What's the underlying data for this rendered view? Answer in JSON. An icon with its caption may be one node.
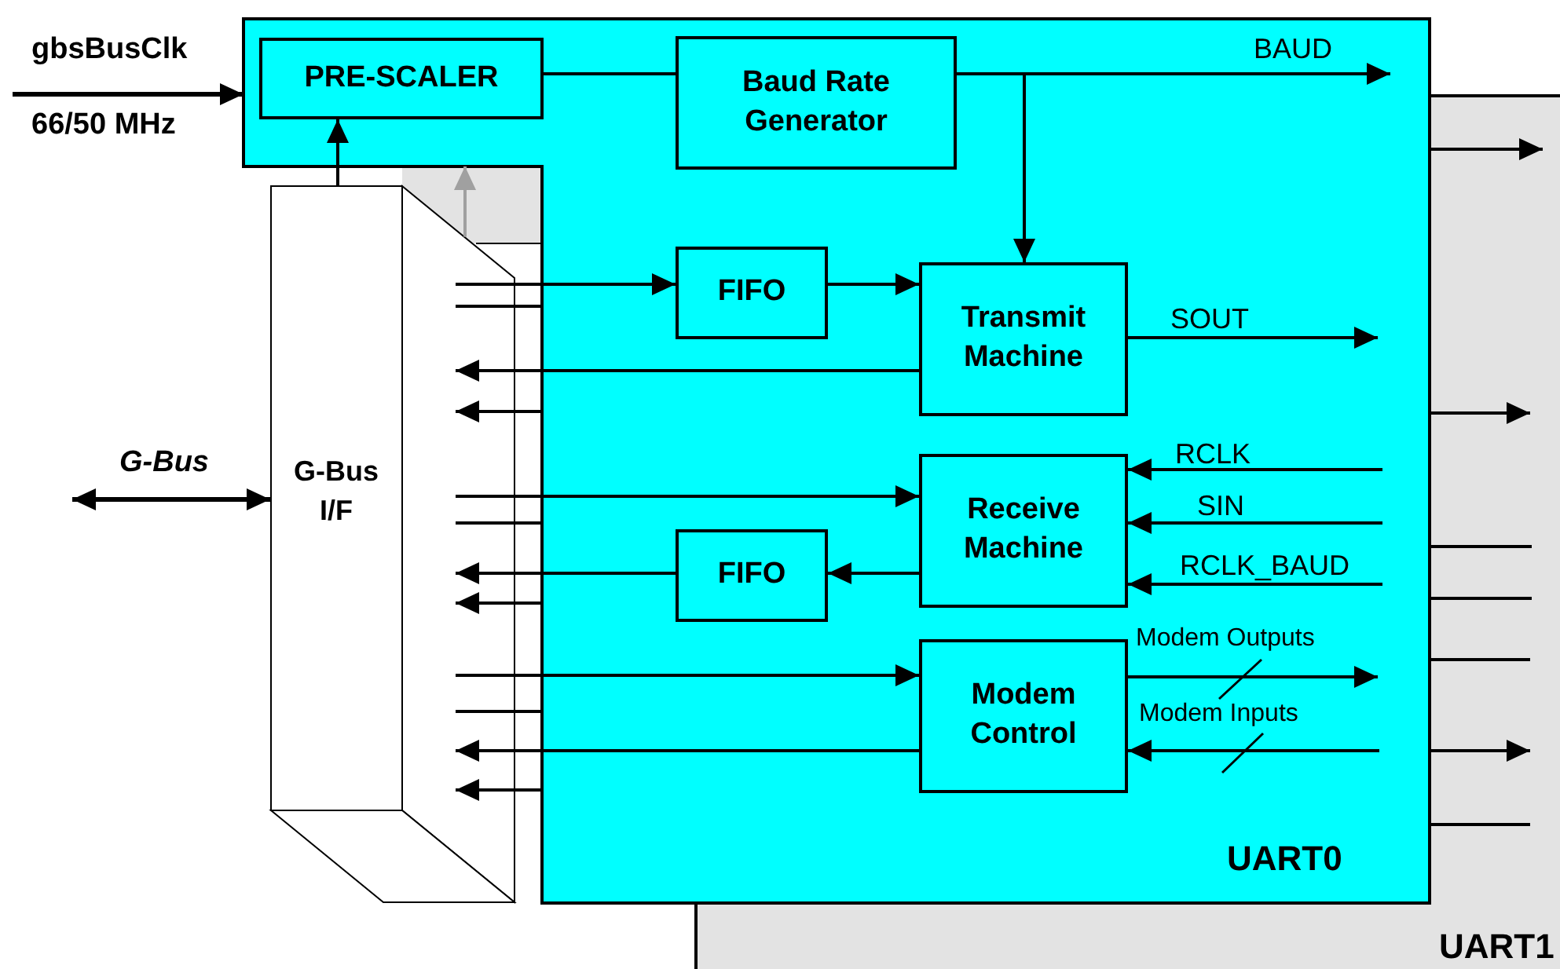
{
  "diagram": {
    "nodes": [
      {
        "text": [
          "UART1"
        ]
      },
      {
        "text": [
          "UART0"
        ]
      },
      {
        "text": [
          "PRE-SCALER"
        ],
        "in": 1
      },
      {
        "text": [
          "Baud Rate Generator"
        ],
        "in": 1
      },
      {
        "text": [
          "FIFO"
        ],
        "in": 1
      },
      {
        "text": [
          "Transmit Machine"
        ],
        "in": 1
      },
      {
        "text": [
          "Receive Machine"
        ],
        "in": 1
      },
      {
        "text": [
          "FIFO"
        ],
        "in": 1
      },
      {
        "text": [
          "Modem Control"
        ],
        "in": 1
      },
      {
        "text": [
          "G-Bus I/F"
        ]
      }
    ],
    "edges": [
      {
        "from": null,
        "to": 1,
        "arrow": "to",
        "label": "gbsBusClk"
      },
      {
        "from": null,
        "to": 9,
        "arrow": "both",
        "label": "G-Bus"
      },
      {
        "from": 9,
        "to": 2,
        "arrow": "to"
      },
      {
        "from": 9,
        "to": 1,
        "arrow": "to",
        "color": "#a0a0a0"
      },
      {
        "from": 2,
        "to": 3,
        "arrow": "none"
      },
      {
        "from": 3,
        "to": null,
        "arrow": "to",
        "label": "BAUD"
      },
      {
        "from": 3,
        "to": 5,
        "arrow": "to"
      },
      {
        "from": 9,
        "to": 4,
        "arrow": "to"
      },
      {
        "from": 4,
        "to": 5,
        "arrow": "to"
      },
      {
        "from": 5,
        "to": 9,
        "arrow": "to"
      },
      {
        "from": 5,
        "to": null,
        "arrow": "to",
        "label": "SOUT"
      },
      {
        "from": null,
        "to": 6,
        "arrow": "to",
        "label": "RCLK"
      },
      {
        "from": null,
        "to": 6,
        "arrow": "to",
        "label": "SIN"
      },
      {
        "from": null,
        "to": 6,
        "arrow": "to",
        "label": "RCLK_BAUD"
      },
      {
        "from": 9,
        "to": 6,
        "arrow": "to"
      },
      {
        "from": 6,
        "to": 7,
        "arrow": "to"
      },
      {
        "from": 7,
        "to": 9,
        "arrow": "to"
      },
      {
        "from": 9,
        "to": 8,
        "arrow": "to"
      },
      {
        "from": 8,
        "to": null,
        "arrow": "to",
        "label": "Modem Outputs"
      },
      {
        "from": null,
        "to": 8,
        "arrow": "to",
        "label": "Modem Inputs"
      },
      {
        "from": 8,
        "to": 9,
        "arrow": "to"
      },
      {
        "from": 1,
        "to": 9,
        "arrow": "none"
      },
      {
        "from": 1,
        "to": 9,
        "arrow": "to"
      },
      {
        "from": 1,
        "to": 9,
        "arrow": "none"
      },
      {
        "from": 1,
        "to": 9,
        "arrow": "to"
      },
      {
        "from": 1,
        "to": 9,
        "arrow": "none"
      },
      {
        "from": 1,
        "to": 9,
        "arrow": "to"
      },
      {
        "from": 1,
        "to": 0,
        "arrow": "to"
      },
      {
        "from": 1,
        "to": 0,
        "arrow": "to"
      },
      {
        "from": 1,
        "to": 0,
        "arrow": "none"
      },
      {
        "from": 1,
        "to": 0,
        "arrow": "none"
      },
      {
        "from": 1,
        "to": 0,
        "arrow": "none"
      },
      {
        "from": 1,
        "to": 0,
        "arrow": "to"
      },
      {
        "from": 1,
        "to": 0,
        "arrow": "none"
      }
    ],
    "labels": [
      "66/50 MHz"
    ]
  }
}
